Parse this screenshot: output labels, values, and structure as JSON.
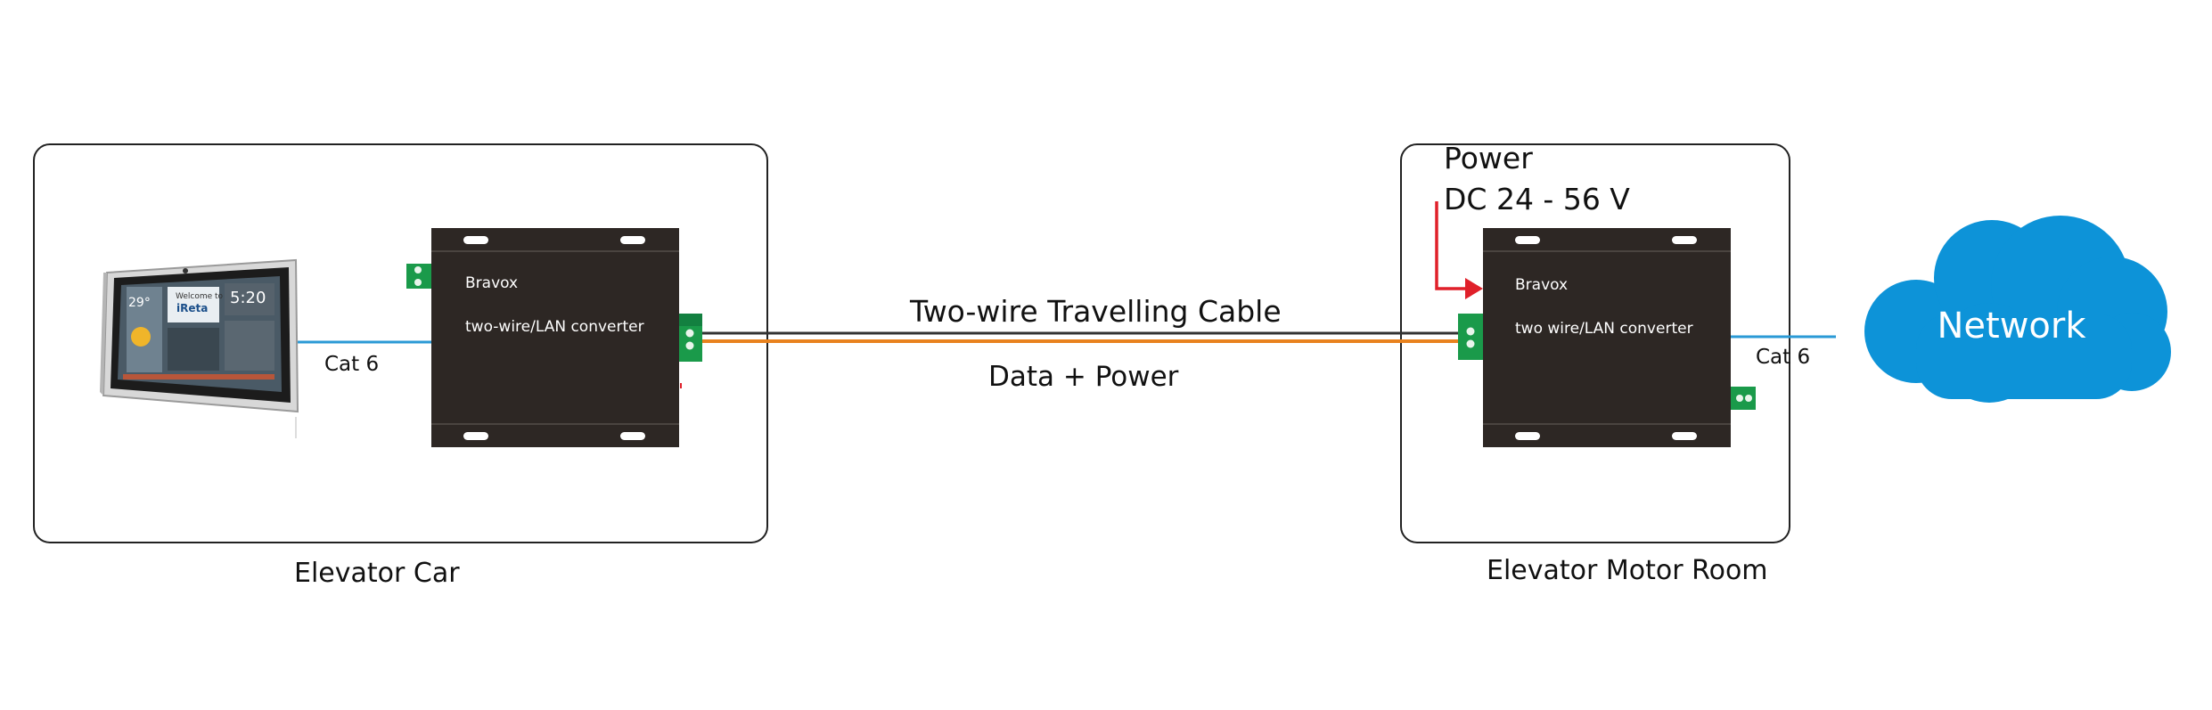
{
  "labels": {
    "cable_title": "Two-wire Travelling Cable",
    "cable_sub": "Data + Power",
    "car_cat": "Cat 6",
    "room_cat": "Cat 6",
    "power_1": "Power",
    "power_2": "DC 24 - 56 V",
    "car_caption": "Elevator Car",
    "room_caption": "Elevator Motor Room",
    "network": "Network"
  },
  "converters": {
    "left": {
      "brand": "Bravox",
      "model": "two-wire/LAN converter"
    },
    "right": {
      "brand": "Bravox",
      "model": "two wire/LAN converter"
    }
  },
  "panel": {
    "welcome": "Welcome to",
    "brand": "iReta",
    "time": "5:20",
    "temp": "29°"
  },
  "colors": {
    "cat6": "#2a9ad6",
    "cable_dark": "#333333",
    "cable_orange": "#e8821e",
    "power_arrow": "#e0202a",
    "network_cloud": "#0d93d8",
    "converter_body": "#2d2724",
    "terminal_green": "#1a9a4a"
  }
}
